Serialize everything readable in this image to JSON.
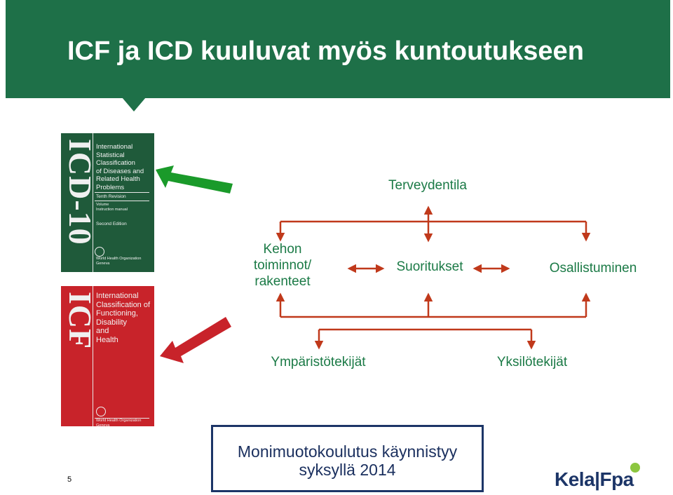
{
  "slide": {
    "title": "ICF ja ICD kuuluvat myös kuntoutukseen",
    "page_number": "5"
  },
  "books": {
    "icd": {
      "spine": "ICD-10",
      "cover_title": "International\nStatistical\nClassification\nof Diseases and\nRelated Health\nProblems",
      "revision": "Tenth Revision",
      "volume": "Volume\nInstruction manual",
      "edition": "Second Edition",
      "publisher": "World Health Organization\nGeneva",
      "color": "#1f5a3a"
    },
    "icf": {
      "spine": "ICF",
      "cover_title": "International\nClassification of\nFunctioning,\nDisability\nand\nHealth",
      "publisher": "World Health Organization\nGeneva",
      "color": "#c8232a"
    }
  },
  "diagram": {
    "health_condition": "Terveydentila",
    "body_functions": "Kehon\ntoiminnot/\nrakenteet",
    "activities": "Suoritukset",
    "participation": "Osallistuminen",
    "environmental_factors": "Ympäristötekijät",
    "personal_factors": "Yksilötekijät",
    "connector_color": "#c0391b",
    "text_color": "#1b7a46",
    "icd_arrow_color": "#1a9a2a",
    "icf_arrow_color": "#c8232a"
  },
  "banner": {
    "line1": "Monimuotokoulutus käynnistyy",
    "line2": "syksyllä 2014"
  },
  "logo": {
    "text": "Kela|Fpa"
  },
  "colors": {
    "header_bg": "#1e7048",
    "header_text": "#ffffff",
    "banner_border": "#1c3567"
  }
}
